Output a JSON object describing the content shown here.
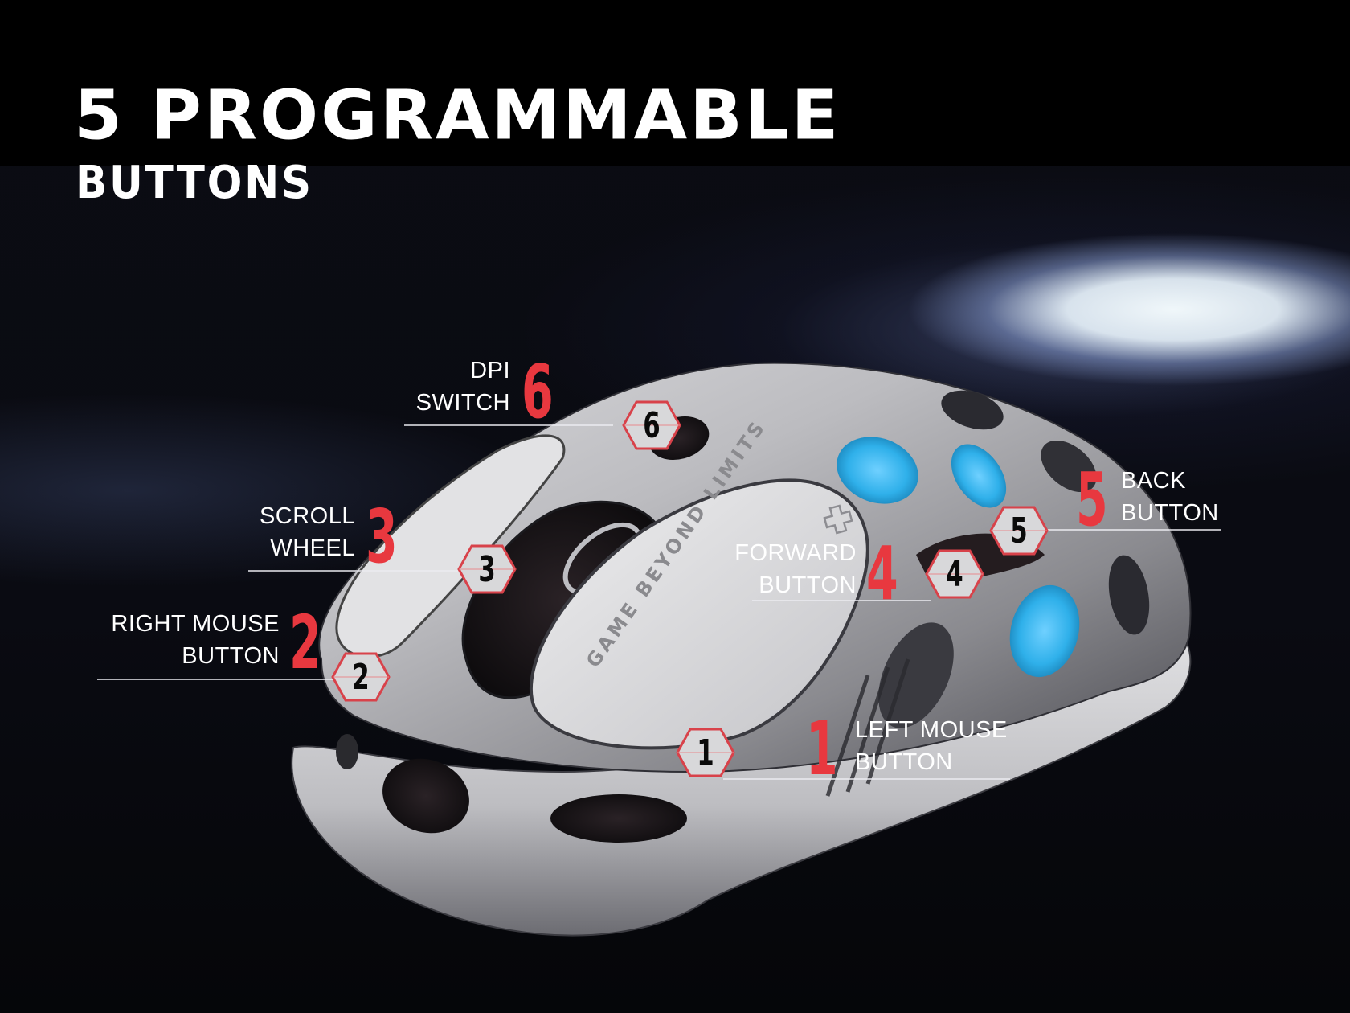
{
  "header": {
    "title_line1": "5 PROGRAMMABLE",
    "title_line2": "BUTTONS"
  },
  "product": {
    "engraving": "GAME BEYOND LIMITS",
    "logo_icon": "cross-outline-icon"
  },
  "colors": {
    "accent_red": "#e8383f",
    "blue_accent": "#2fb0ea",
    "background": "#0a0b12",
    "text": "#ffffff"
  },
  "callouts": [
    {
      "number": "1",
      "line1": "LEFT MOUSE",
      "line2": "BUTTON"
    },
    {
      "number": "2",
      "line1": "RIGHT MOUSE",
      "line2": "BUTTON"
    },
    {
      "number": "3",
      "line1": "SCROLL",
      "line2": "WHEEL"
    },
    {
      "number": "4",
      "line1": "FORWARD",
      "line2": "BUTTON"
    },
    {
      "number": "5",
      "line1": "BACK",
      "line2": "BUTTON"
    },
    {
      "number": "6",
      "line1": "DPI",
      "line2": "SWITCH"
    }
  ]
}
